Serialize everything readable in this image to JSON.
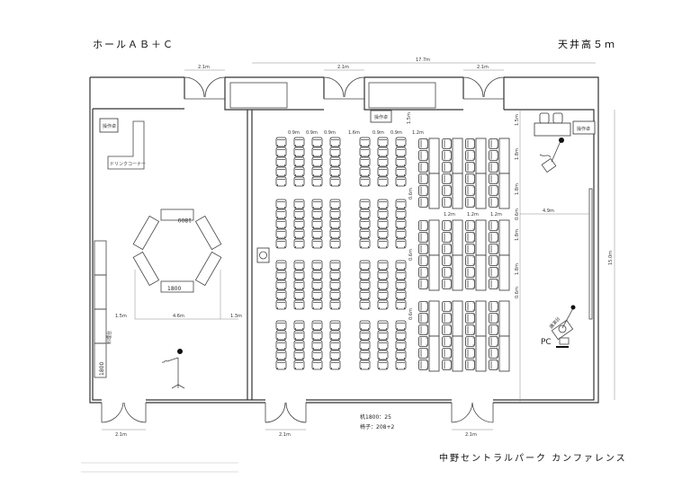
{
  "header": {
    "title": "ホールＡＢ＋Ｃ",
    "ceiling": "天井高５ｍ"
  },
  "footer": {
    "venue": "中野セントラルパーク カンファレンス"
  },
  "summary": {
    "desks": "机1800：25",
    "chairs": "椅子：208+2"
  },
  "labels": {
    "control_desk": "操作卓",
    "drink_corner": "ドリンクコーナー",
    "table_size": "1800",
    "food_table": "料理台",
    "lectern": "講演台",
    "pc": "PC"
  },
  "dimensions": {
    "door": "2.1m",
    "total_width": "17.7m",
    "total_depth": "15.0m",
    "stage_width": "4.9m",
    "aisle_09": "0.9m",
    "aisle_16": "1.6m",
    "aisle_12": "1.2m",
    "front_15": "1.5m",
    "desk_18": "1.8m",
    "gap_06": "0.6m",
    "left_15": "1.5m",
    "left_46": "4.6m",
    "left_13": "1.3m"
  }
}
